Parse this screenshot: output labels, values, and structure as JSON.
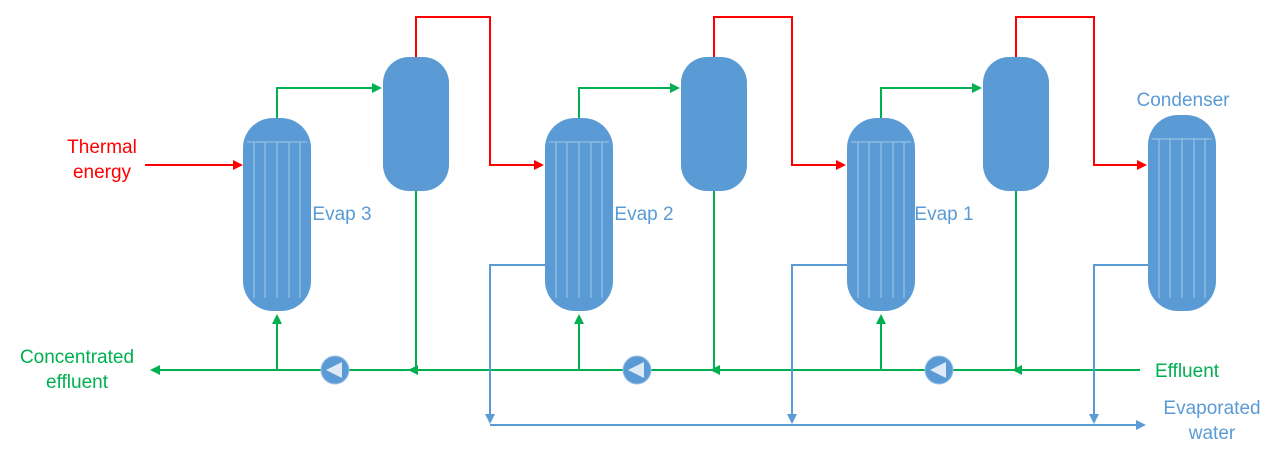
{
  "labels": {
    "thermal_energy": [
      "Thermal",
      "energy"
    ],
    "evap3": "Evap 3",
    "evap2": "Evap 2",
    "evap1": "Evap 1",
    "condenser": "Condenser",
    "concentrated_effluent": [
      "Concentrated",
      "effluent"
    ],
    "effluent": "Effluent",
    "evaporated_water": [
      "Evaporated",
      "water"
    ]
  },
  "colors": {
    "red": "#FF0000",
    "green": "#00B050",
    "blue": "#5B9BD5"
  }
}
